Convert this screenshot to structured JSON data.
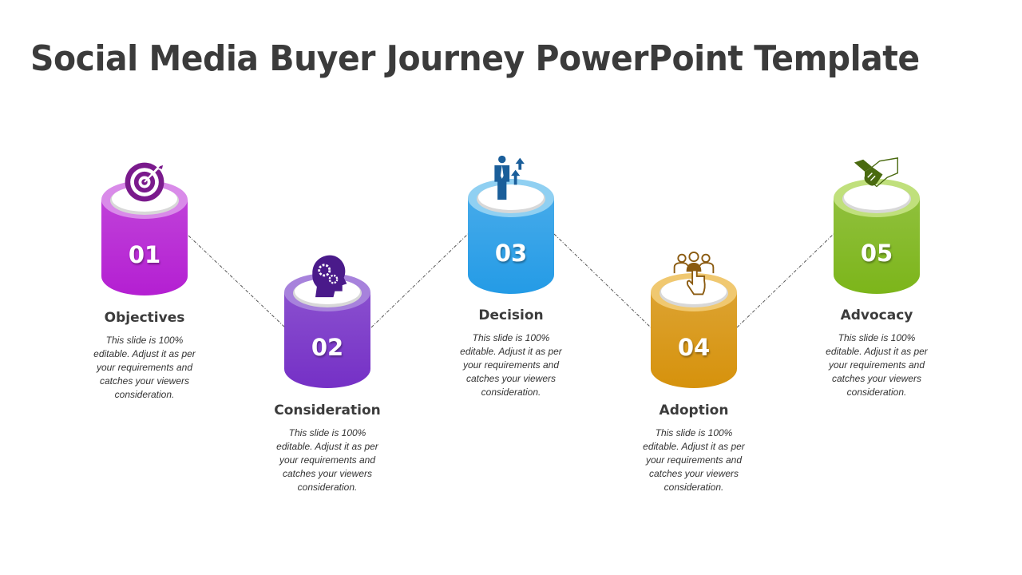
{
  "title": "Social Media Buyer Journey PowerPoint Template",
  "steps": [
    {
      "number": "01",
      "label": "Objectives",
      "description": "This slide is 100% editable. Adjust it as per your requirements and catches your viewers consideration.",
      "icon": "target-icon",
      "color": "#b41fd2",
      "top_color": "#d98be9",
      "icon_color": "#7a1a8c"
    },
    {
      "number": "02",
      "label": "Consideration",
      "description": "This slide is 100% editable. Adjust it as per your requirements and catches your viewers consideration.",
      "icon": "head-gears-icon",
      "color": "#7530c6",
      "top_color": "#a782dc",
      "icon_color": "#4a1a8a"
    },
    {
      "number": "03",
      "label": "Decision",
      "description": "This slide is 100% editable. Adjust it as per your requirements and catches your viewers consideration.",
      "icon": "businessman-arrows-icon",
      "color": "#249be6",
      "top_color": "#90d0f2",
      "icon_color": "#1a5e9a"
    },
    {
      "number": "04",
      "label": "Adoption",
      "description": "This slide is 100% editable. Adjust it as per your requirements and catches your viewers consideration.",
      "icon": "group-hand-click-icon",
      "color": "#d6920c",
      "top_color": "#f0c870",
      "icon_color": "#8a5a10"
    },
    {
      "number": "05",
      "label": "Advocacy",
      "description": "This slide is 100% editable. Adjust it as per your requirements and catches your viewers consideration.",
      "icon": "handshake-icon",
      "color": "#7cb51a",
      "top_color": "#c0e07c",
      "icon_color": "#4a6a10"
    }
  ]
}
